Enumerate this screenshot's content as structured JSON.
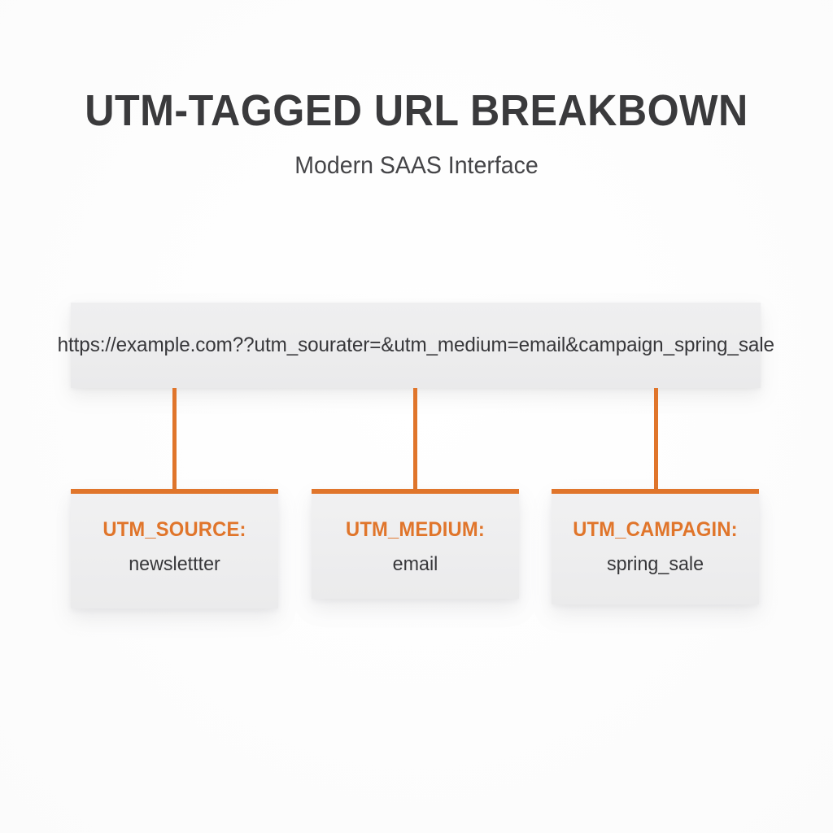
{
  "header": {
    "title": "UTM-TAGGED URL BREAKBOWN",
    "subtitle": "Modern SAAS Interface"
  },
  "url_bar": {
    "url": "https://example.com??utm_sourater=&utm_medium=email&campaign_spring_sale"
  },
  "colors": {
    "accent": "#e0752b",
    "title_text": "#3a3a3c",
    "body_text": "#37373a",
    "panel_bg": "#eeeeef",
    "page_bg": "#fcfcfc"
  },
  "params": [
    {
      "key": "UTM_SOURCE:",
      "value": "newslettter"
    },
    {
      "key": "UTM_MEDIUM:",
      "value": "email"
    },
    {
      "key": "UTM_CAMPAGIN:",
      "value": "spring_sale"
    }
  ]
}
